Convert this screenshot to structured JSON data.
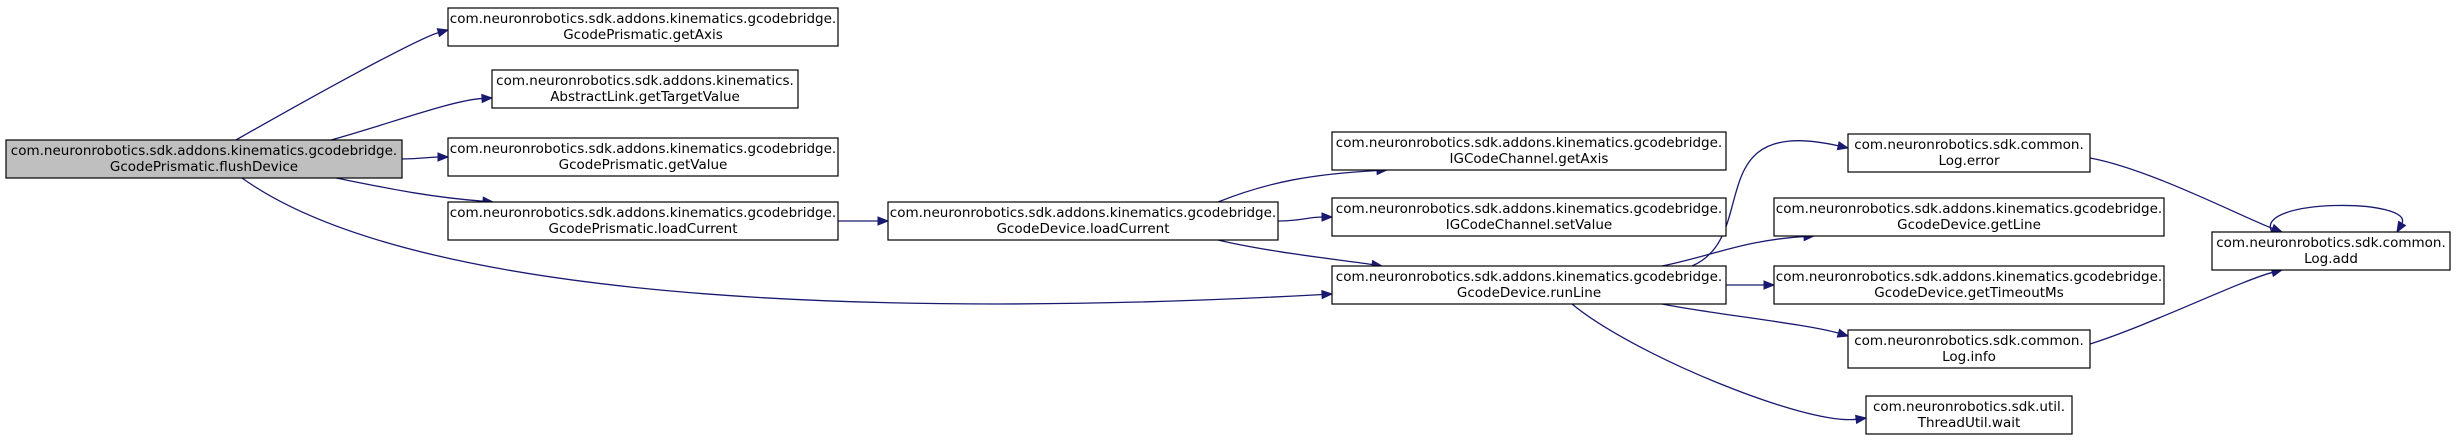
{
  "colors": {
    "background": "#ffffff",
    "node_fill": "#ffffff",
    "root_fill": "#bfbfbf",
    "node_border": "#000000",
    "edge": "#191970"
  },
  "nodes": [
    {
      "id": "flushDevice",
      "line1": "com.neuronrobotics.sdk.addons.kinematics.gcodebridge.",
      "line2": "GcodePrismatic.flushDevice",
      "root": true
    },
    {
      "id": "getAxis",
      "line1": "com.neuronrobotics.sdk.addons.kinematics.gcodebridge.",
      "line2": "GcodePrismatic.getAxis"
    },
    {
      "id": "getTargetValue",
      "line1": "com.neuronrobotics.sdk.addons.kinematics.",
      "line2": "AbstractLink.getTargetValue"
    },
    {
      "id": "getValue",
      "line1": "com.neuronrobotics.sdk.addons.kinematics.gcodebridge.",
      "line2": "GcodePrismatic.getValue"
    },
    {
      "id": "prismaticLoadCurrent",
      "line1": "com.neuronrobotics.sdk.addons.kinematics.gcodebridge.",
      "line2": "GcodePrismatic.loadCurrent"
    },
    {
      "id": "deviceLoadCurrent",
      "line1": "com.neuronrobotics.sdk.addons.kinematics.gcodebridge.",
      "line2": "GcodeDevice.loadCurrent"
    },
    {
      "id": "channelGetAxis",
      "line1": "com.neuronrobotics.sdk.addons.kinematics.gcodebridge.",
      "line2": "IGCodeChannel.getAxis"
    },
    {
      "id": "channelSetValue",
      "line1": "com.neuronrobotics.sdk.addons.kinematics.gcodebridge.",
      "line2": "IGCodeChannel.setValue"
    },
    {
      "id": "runLine",
      "line1": "com.neuronrobotics.sdk.addons.kinematics.gcodebridge.",
      "line2": "GcodeDevice.runLine"
    },
    {
      "id": "logError",
      "line1": "com.neuronrobotics.sdk.common.",
      "line2": "Log.error"
    },
    {
      "id": "getLine",
      "line1": "com.neuronrobotics.sdk.addons.kinematics.gcodebridge.",
      "line2": "GcodeDevice.getLine"
    },
    {
      "id": "getTimeoutMs",
      "line1": "com.neuronrobotics.sdk.addons.kinematics.gcodebridge.",
      "line2": "GcodeDevice.getTimeoutMs"
    },
    {
      "id": "logInfo",
      "line1": "com.neuronrobotics.sdk.common.",
      "line2": "Log.info"
    },
    {
      "id": "threadWait",
      "line1": "com.neuronrobotics.sdk.util.",
      "line2": "ThreadUtil.wait"
    },
    {
      "id": "logAdd",
      "line1": "com.neuronrobotics.sdk.common.",
      "line2": "Log.add"
    }
  ],
  "edges": [
    {
      "from": "flushDevice",
      "to": "getAxis"
    },
    {
      "from": "flushDevice",
      "to": "getTargetValue"
    },
    {
      "from": "flushDevice",
      "to": "getValue"
    },
    {
      "from": "flushDevice",
      "to": "prismaticLoadCurrent"
    },
    {
      "from": "flushDevice",
      "to": "runLine"
    },
    {
      "from": "prismaticLoadCurrent",
      "to": "deviceLoadCurrent"
    },
    {
      "from": "deviceLoadCurrent",
      "to": "channelGetAxis"
    },
    {
      "from": "deviceLoadCurrent",
      "to": "channelSetValue"
    },
    {
      "from": "deviceLoadCurrent",
      "to": "runLine"
    },
    {
      "from": "runLine",
      "to": "logError"
    },
    {
      "from": "runLine",
      "to": "getLine"
    },
    {
      "from": "runLine",
      "to": "getTimeoutMs"
    },
    {
      "from": "runLine",
      "to": "logInfo"
    },
    {
      "from": "runLine",
      "to": "threadWait"
    },
    {
      "from": "logError",
      "to": "logAdd"
    },
    {
      "from": "logInfo",
      "to": "logAdd"
    },
    {
      "from": "logAdd",
      "to": "logAdd"
    }
  ]
}
